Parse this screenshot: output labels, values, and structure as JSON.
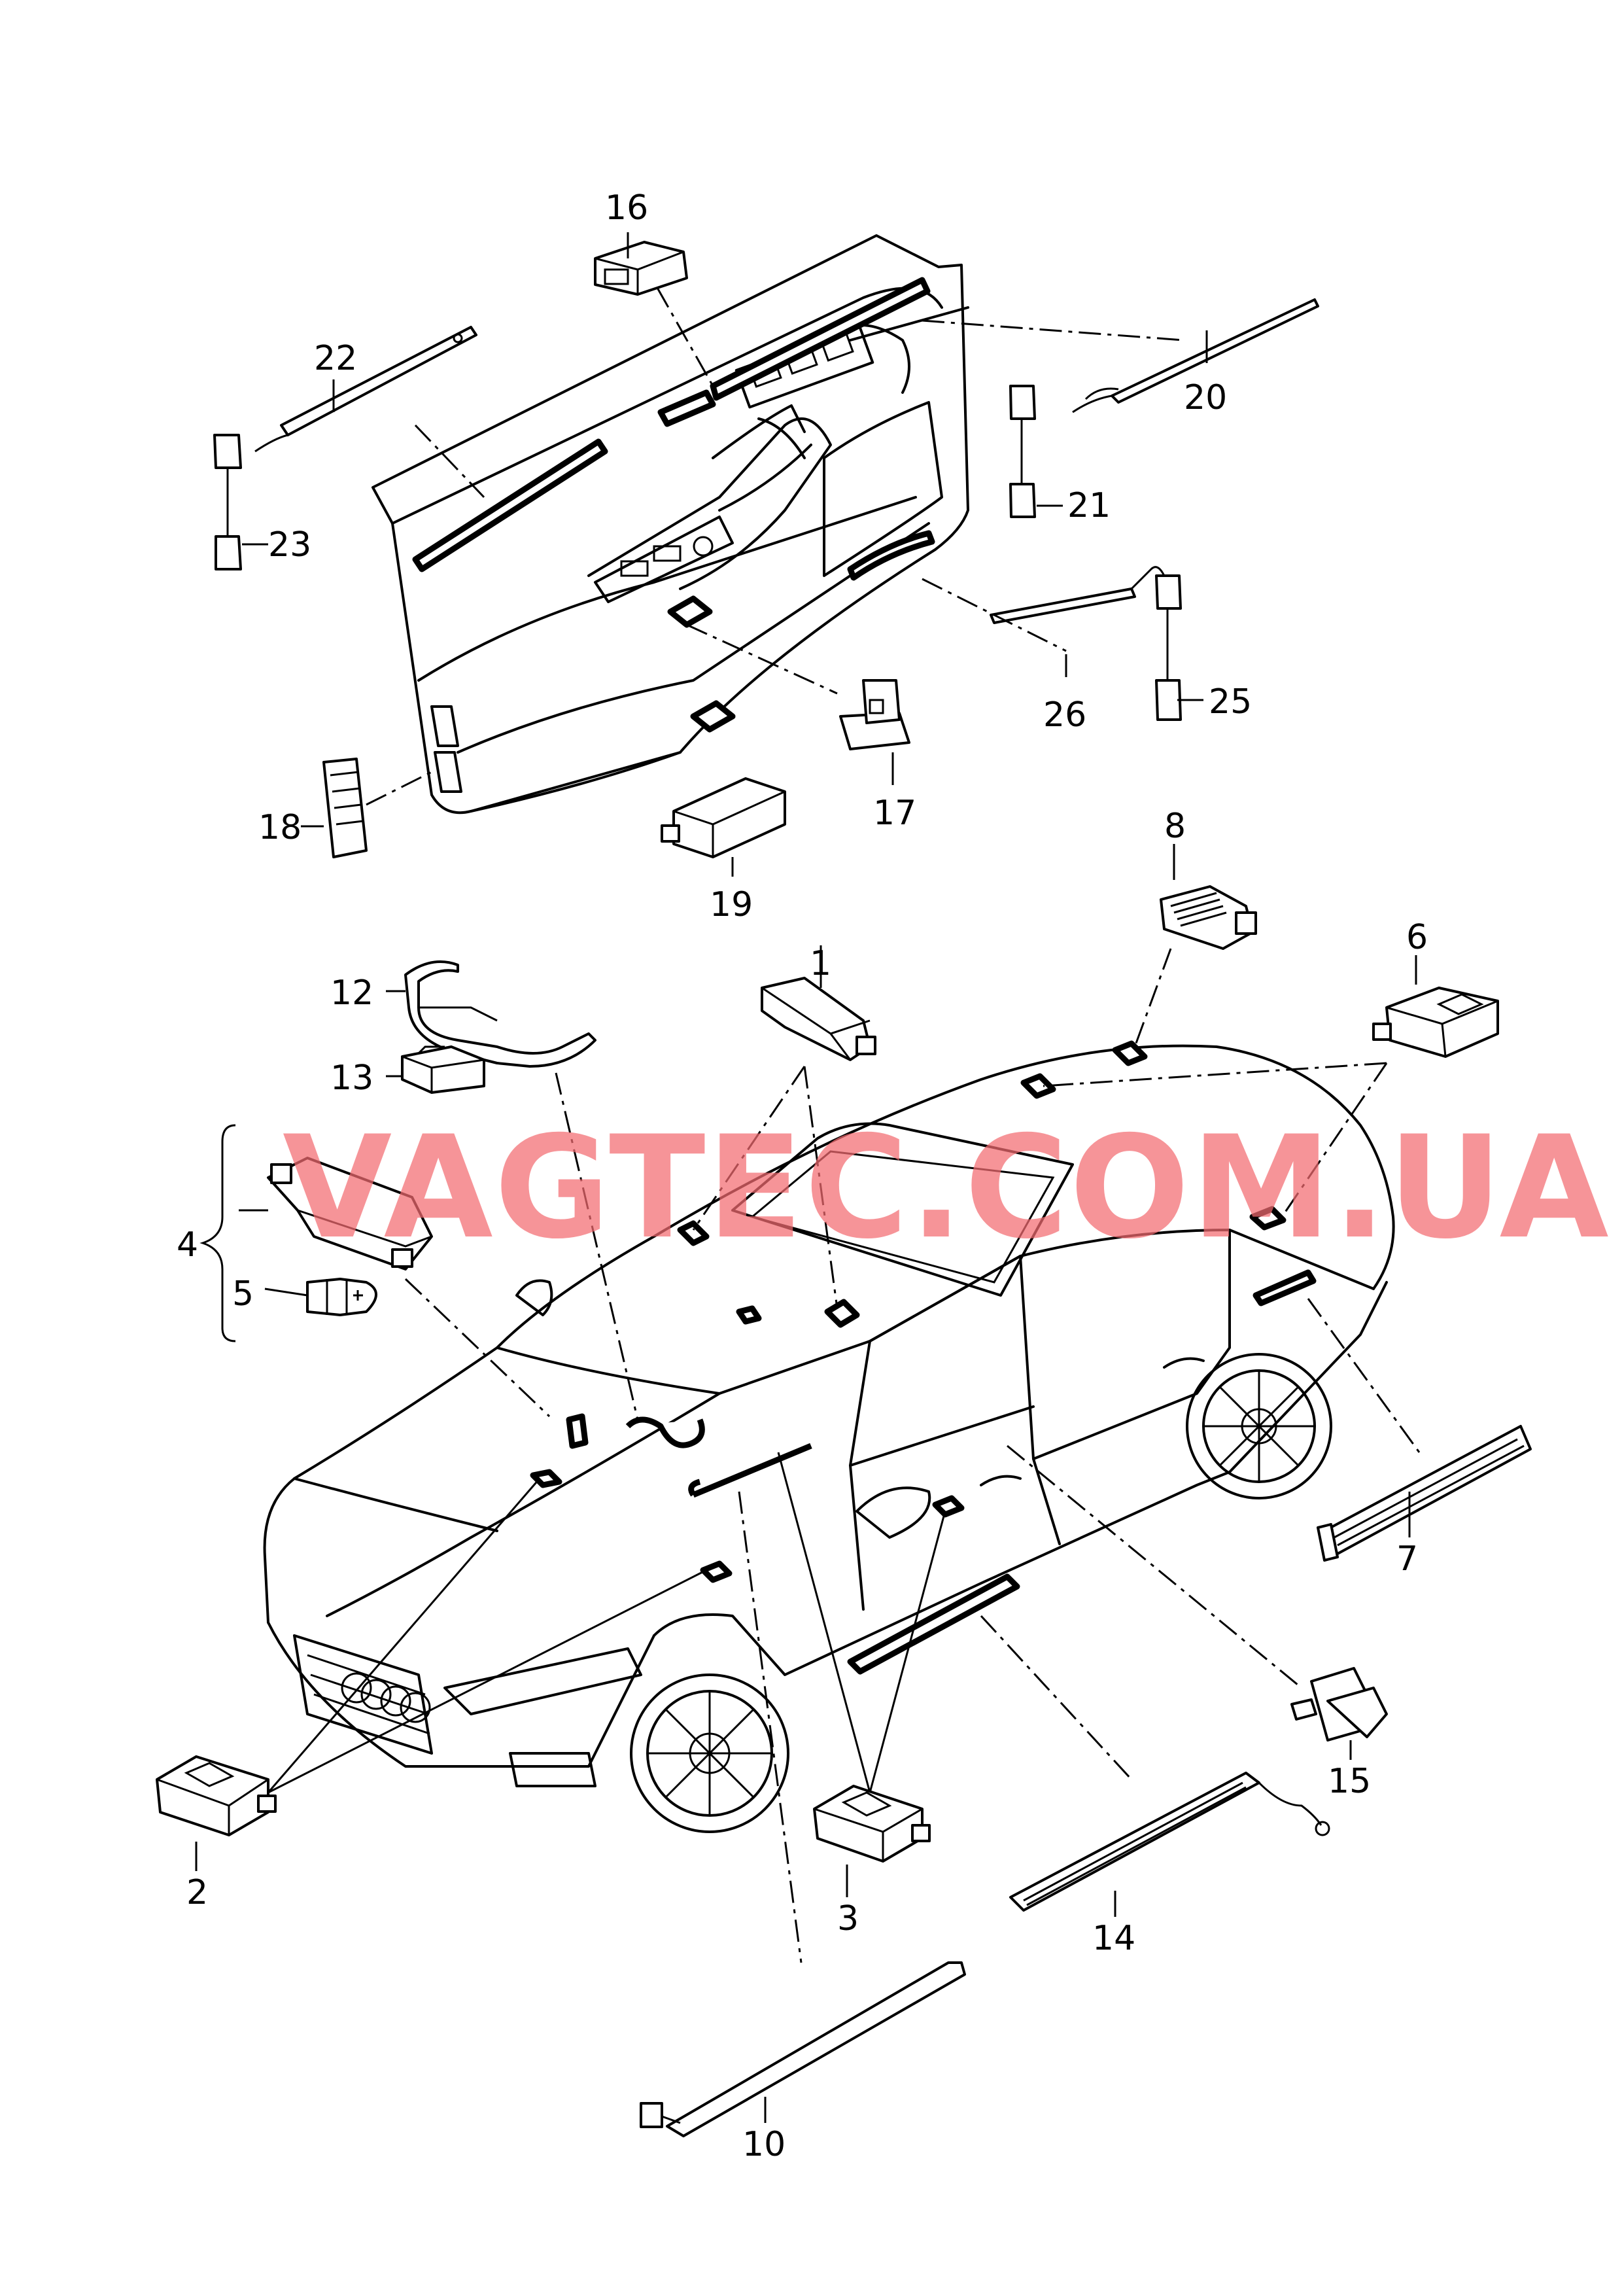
{
  "watermark": "VAGTEC.COM.UA",
  "labels": {
    "l1": "1",
    "l2": "2",
    "l3": "3",
    "l4": "4",
    "l5": "5",
    "l6": "6",
    "l7": "7",
    "l8": "8",
    "l10": "10",
    "l12": "12",
    "l13": "13",
    "l14": "14",
    "l15": "15",
    "l16": "16",
    "l17": "17",
    "l18": "18",
    "l19": "19",
    "l20": "20",
    "l21": "21",
    "l22": "22",
    "l23": "23",
    "l25": "25",
    "l26": "26"
  },
  "colors": {
    "line": "#000000",
    "watermark": "#f36b70",
    "background": "#ffffff"
  }
}
